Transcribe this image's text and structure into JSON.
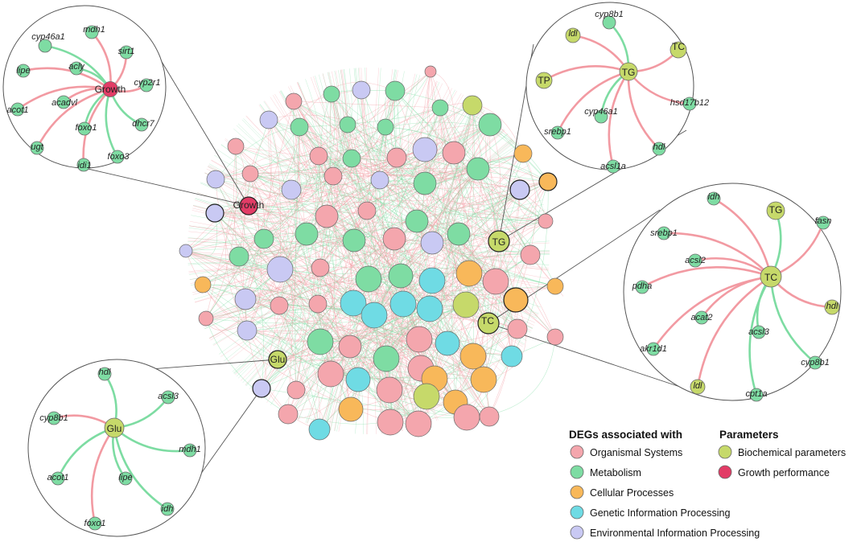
{
  "colors": {
    "organismal": "#f4a6ad",
    "metabolism": "#7edca3",
    "cellular": "#f8b85a",
    "genetic": "#6fdbe4",
    "environmental": "#c9c9f3",
    "biochemical": "#c6d96a",
    "growth": "#e23c66",
    "edge_pos": "#f29aa2",
    "edge_neg": "#7ddca2",
    "stroke": "#6a6a6a"
  },
  "network": {
    "labels": {
      "growth": "Growth",
      "tg": "TG",
      "tc": "TC",
      "glu": "Glu"
    }
  },
  "callouts": {
    "growth": {
      "hub": "Growth",
      "genes": [
        "mdh1",
        "cyp46a1",
        "sirt1",
        "acly",
        "lipe",
        "cyp2r1",
        "acadvl",
        "acot1",
        "foxo1",
        "dhcr7",
        "ugt",
        "idi1",
        "foxo3"
      ]
    },
    "tg": {
      "hub": "TG",
      "genes": [
        "cyp8b1",
        "ldl",
        "TC",
        "TP",
        "hsd17b12",
        "cyp46a1",
        "srebp1",
        "hdl",
        "acsl1a"
      ]
    },
    "tc": {
      "hub": "TC",
      "genes": [
        "idh",
        "TG",
        "srebp1",
        "fasn",
        "acsl2",
        "pdha",
        "hdl",
        "acat2",
        "acsl3",
        "akr1d1",
        "cyp8b1",
        "ldl",
        "cpt1a"
      ]
    },
    "glu": {
      "hub": "Glu",
      "genes": [
        "hdl",
        "acsl3",
        "cyp8b1",
        "mdh1",
        "acot1",
        "lipe",
        "idh",
        "foxo1"
      ]
    }
  },
  "legend": {
    "degs_title": "DEGs associated with",
    "degs": [
      {
        "label": "Organismal Systems",
        "color": "#f4a6ad"
      },
      {
        "label": "Metabolism",
        "color": "#7edca3"
      },
      {
        "label": "Cellular Processes",
        "color": "#f8b85a"
      },
      {
        "label": "Genetic Information Processing",
        "color": "#6fdbe4"
      },
      {
        "label": "Environmental Information Processing",
        "color": "#c9c9f3"
      }
    ],
    "params_title": "Parameters",
    "params": [
      {
        "label": "Biochemical parameters",
        "color": "#c6d96a"
      },
      {
        "label": "Growth performance",
        "color": "#e23c66"
      }
    ]
  }
}
